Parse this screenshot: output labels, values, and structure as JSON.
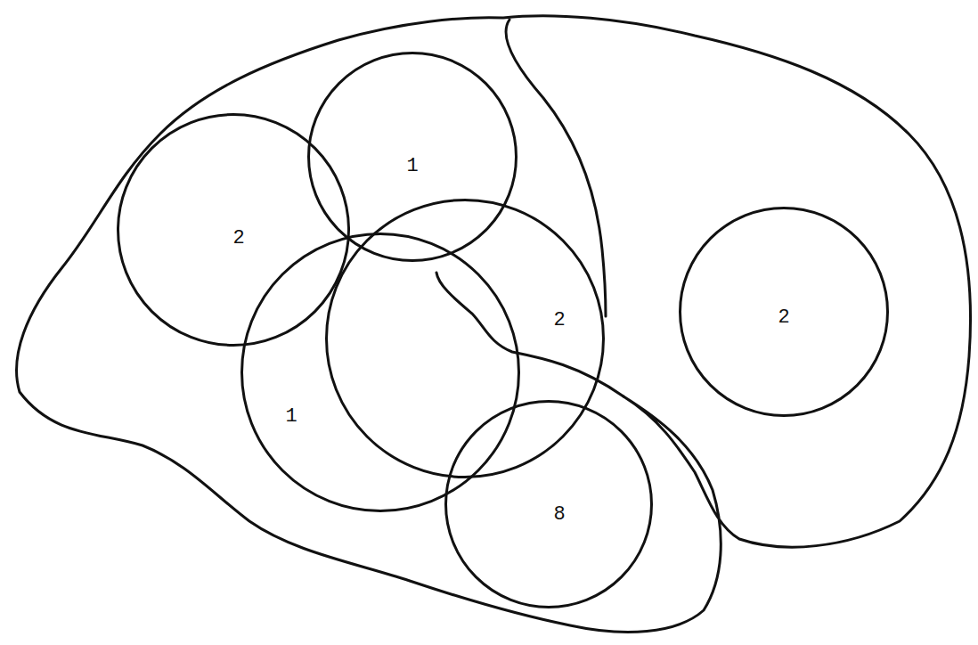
{
  "diagram": {
    "nodes": [
      {
        "text": [
          "1"
        ]
      },
      {
        "text": [
          "2"
        ]
      },
      {
        "text": [
          "2"
        ]
      },
      {
        "text": [
          "2"
        ]
      },
      {
        "text": [
          "1"
        ]
      },
      {
        "text": [
          "8"
        ]
      }
    ]
  }
}
